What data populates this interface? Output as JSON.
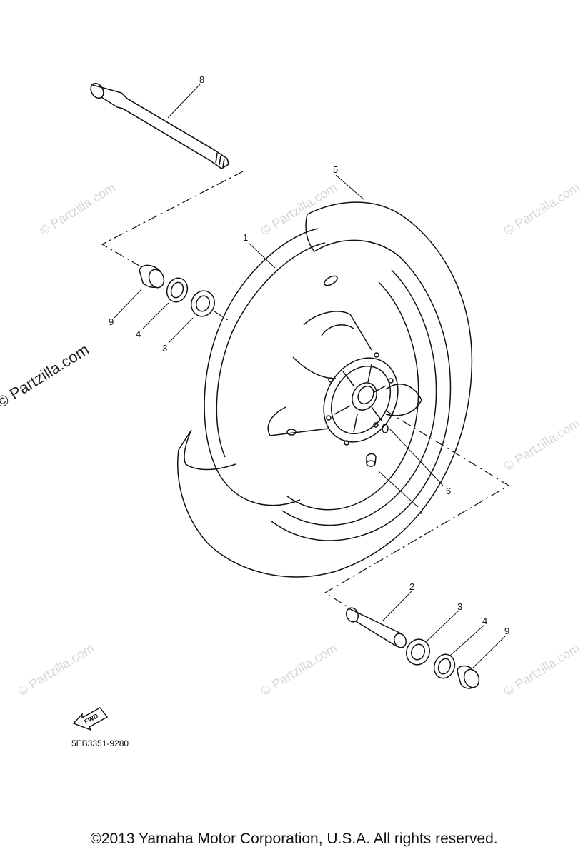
{
  "watermark": {
    "text": "© Partzilla.com",
    "main_text": "© Partzilla.com"
  },
  "callouts": {
    "c1": "1",
    "c2": "2",
    "c3a": "3",
    "c3b": "3",
    "c4a": "4",
    "c4b": "4",
    "c5": "5",
    "c6": "6",
    "c7": "7",
    "c8": "8",
    "c9a": "9",
    "c9b": "9"
  },
  "fwd_label": "FWD",
  "part_code": "5EB3351-9280",
  "copyright": "©2013 Yamaha Motor Corporation, U.S.A. All rights reserved."
}
